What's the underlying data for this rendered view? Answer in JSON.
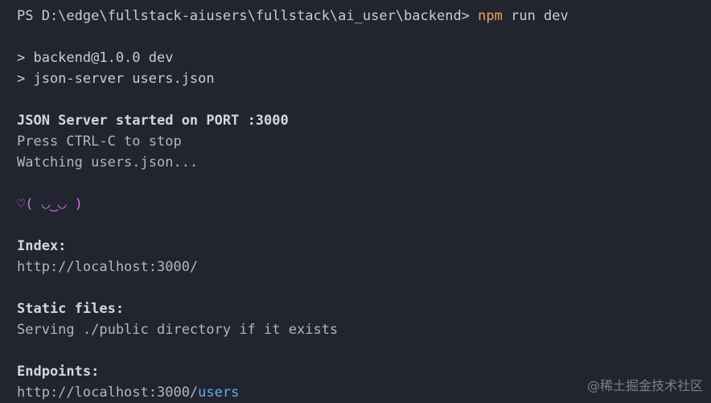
{
  "command_line": {
    "prompt": "PS D:\\edge\\fullstack-aiusers\\fullstack\\ai_user\\backend> ",
    "command": "npm",
    "args": " run dev"
  },
  "script_lines": [
    "> backend@1.0.0 dev",
    "> json-server users.json"
  ],
  "server_started": "JSON Server started on PORT :3000",
  "stop_hint": "Press CTRL-C to stop",
  "watching": "Watching users.json...",
  "face": "♡( ◡‿◡ )",
  "index": {
    "label": "Index:",
    "url": "http://localhost:3000/"
  },
  "static_files": {
    "label": "Static files:",
    "text": "Serving ./public directory if it exists"
  },
  "endpoints": {
    "label": "Endpoints:",
    "url_base": "http://localhost:3000/",
    "resource": "users"
  },
  "watermark": "@稀土掘金技术社区",
  "colors": {
    "background": "#222430",
    "text": "#c9ccd3",
    "command": "#e8a55c",
    "face": "#c678dd",
    "resource": "#61afef"
  }
}
